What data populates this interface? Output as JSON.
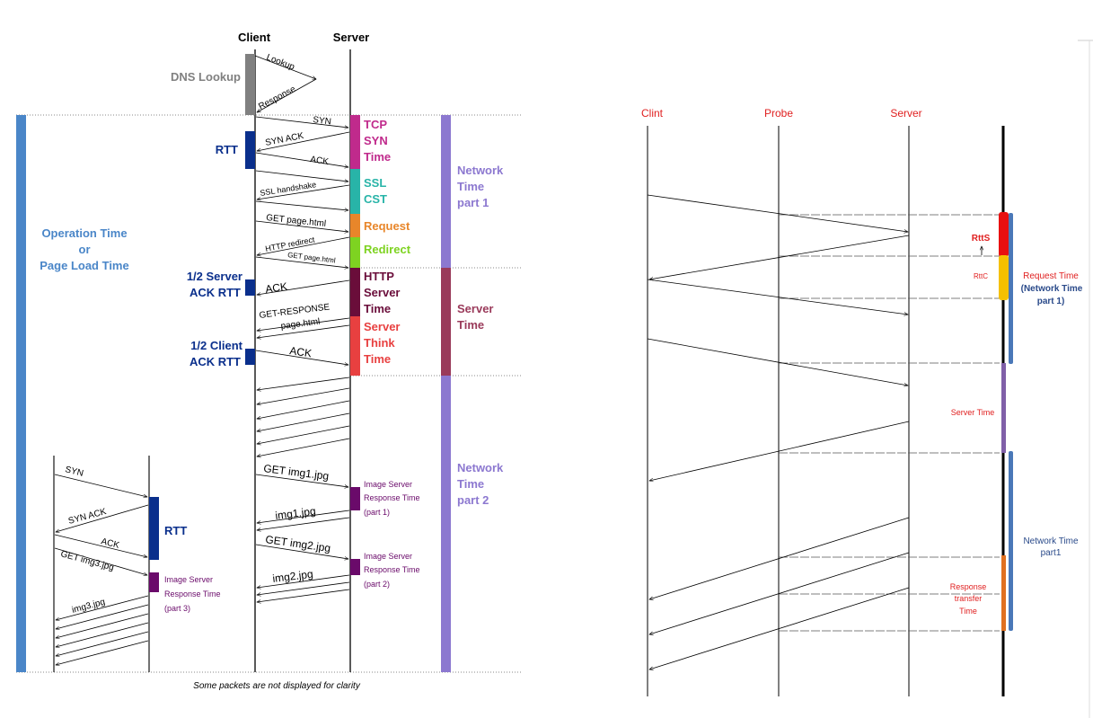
{
  "left": {
    "actors": {
      "client": "Client",
      "server": "Server"
    },
    "dns": {
      "label": "DNS Lookup",
      "lookup": "Lookup",
      "response": "Response"
    },
    "messages": {
      "syn": "SYN",
      "syn_ack": "SYN ACK",
      "ack": "ACK",
      "ssl_handshake": "SSL handshake",
      "get_page": "GET page.html",
      "http_redirect": "HTTP redirect",
      "get_page2": "GET page.html",
      "ack2": "ACK",
      "get_response_1": "GET-RESPONSE",
      "get_response_2": "page.html",
      "ack3": "ACK",
      "get_img1": "GET img1.jpg",
      "img1": "img1.jpg",
      "get_img2": "GET img2.jpg",
      "img2": "img2.jpg"
    },
    "client_labels": {
      "rtt": "RTT",
      "half_server_1": "1/2 Server",
      "half_server_2": "ACK RTT",
      "half_client_1": "1/2 Client",
      "half_client_2": "ACK RTT"
    },
    "server_phases": {
      "tcp": [
        "TCP",
        "SYN",
        "Time"
      ],
      "ssl": [
        "SSL",
        "CST"
      ],
      "request": "Request",
      "redirect": "Redirect",
      "http": [
        "HTTP",
        "Server",
        "Time"
      ],
      "think": [
        "Server",
        "Think",
        "Time"
      ]
    },
    "right_bars": {
      "net1": [
        "Network",
        "Time",
        "part 1"
      ],
      "server": [
        "Server",
        "Time"
      ],
      "net2": [
        "Network",
        "Time",
        "part 2"
      ]
    },
    "operation": [
      "Operation Time",
      "or",
      "Page Load Time"
    ],
    "image_response_1": [
      "Image Server",
      "Response Time",
      "(part 1)"
    ],
    "image_response_2": [
      "Image Server",
      "Response Time",
      "(part 2)"
    ],
    "image_response_3": [
      "Image Server",
      "Response Time",
      "(part 3)"
    ],
    "mini": {
      "syn": "SYN",
      "syn_ack": "SYN ACK",
      "ack": "ACK",
      "get_img3": "GET img3.jpg",
      "img3": "img3.jpg",
      "rtt": "RTT"
    },
    "footnote": "Some packets are not displayed for clarity"
  },
  "right": {
    "actors": {
      "client": "Clint",
      "probe": "Probe",
      "server": "Server"
    },
    "labels": {
      "rtts": "RttS",
      "rttc": "RttC",
      "request_time": [
        "Request Time",
        "(Network Time",
        "part 1)"
      ],
      "server_time": "Server Time",
      "network_time": [
        "Network Time",
        "part1"
      ],
      "response_transfer": [
        "Response",
        "transfer",
        "Time"
      ]
    }
  },
  "colors": {
    "tcp": "#c02a8c",
    "ssl": "#28b4a8",
    "request": "#e8862a",
    "redirect": "#7ed321",
    "http": "#6a0d3a",
    "think": "#e84040",
    "client_blue": "#0a2f8c",
    "operation_blue": "#4a86c8",
    "network_purple": "#8c78d0",
    "server_maroon": "#9a3a5a",
    "image_purple": "#6a0a6a",
    "red_text": "#e02020",
    "dark_blue_text": "#2a4a8a"
  }
}
